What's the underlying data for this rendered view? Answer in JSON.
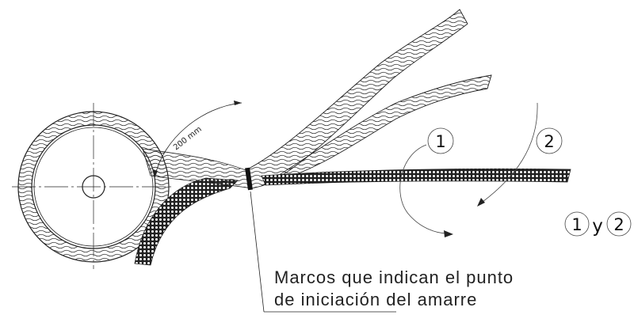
{
  "dimension": {
    "label": "200 mm"
  },
  "markers": {
    "one": "1",
    "two": "2",
    "combo_one": "1",
    "combo_sep": "y",
    "combo_two": "2"
  },
  "note": {
    "line1": "Marcos que indican el punto",
    "line2": "de iniciación del amarre"
  },
  "colors": {
    "ink": "#111111",
    "background": "#ffffff"
  }
}
